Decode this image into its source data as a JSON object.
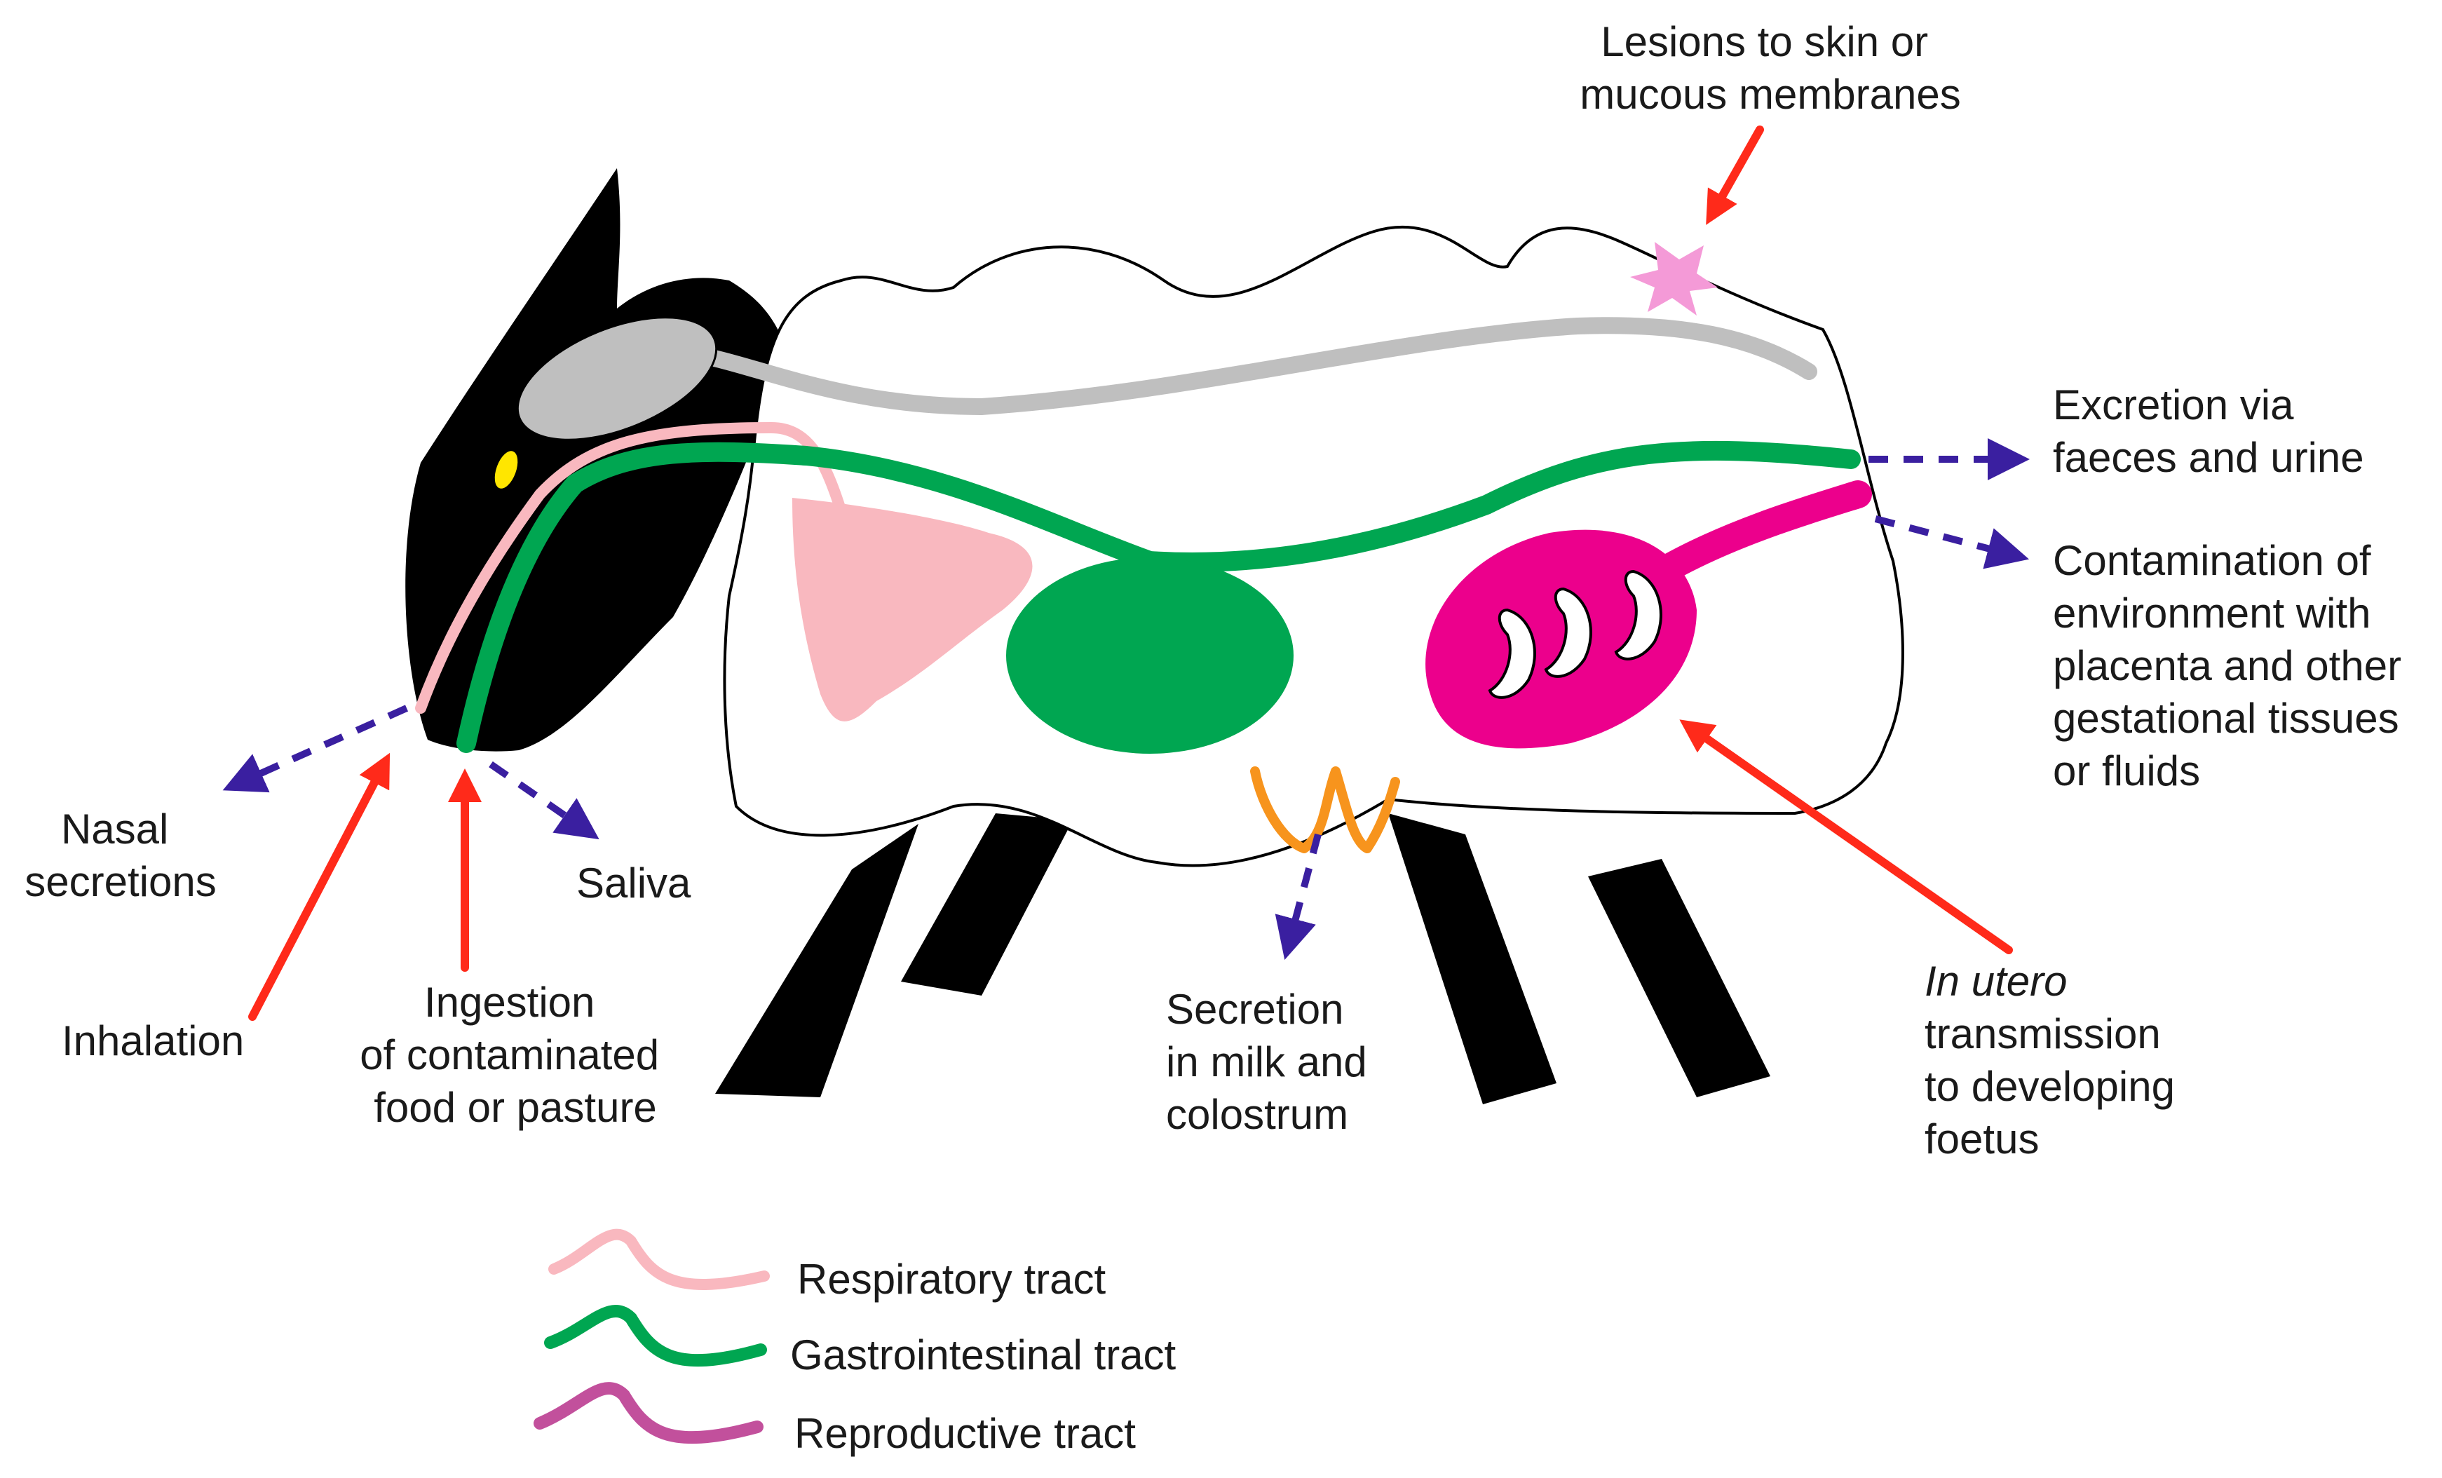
{
  "labels": {
    "lesions": [
      "Lesions to skin or",
      "mucous membranes"
    ],
    "excretion": [
      "Excretion via",
      "faeces and urine"
    ],
    "contamination": [
      "Contamination of",
      "environment with",
      "placenta and other",
      "gestational tissues",
      "or fluids"
    ],
    "nasal": [
      "Nasal",
      "secretions"
    ],
    "saliva": "Saliva",
    "inhalation": "Inhalation",
    "ingestion": [
      "Ingestion",
      "of contaminated",
      "food or pasture"
    ],
    "milk": [
      "Secretion",
      "in milk and",
      "colostrum"
    ],
    "in_utero_italic": "In utero",
    "in_utero_rest": [
      "transmission",
      "to developing",
      "foetus"
    ]
  },
  "legend": [
    {
      "label": "Respiratory tract",
      "color": "#f9b8bf"
    },
    {
      "label": "Gastrointestinal tract",
      "color": "#00a651"
    },
    {
      "label": "Reproductive tract",
      "color": "#c2509c"
    }
  ],
  "colors": {
    "entry_arrow": "#ff2a1a",
    "exit_arrow": "#3a1fa0",
    "respiratory": "#f9b8bf",
    "gastrointestinal": "#00a651",
    "reproductive": "#ec008c",
    "udder": "#f7941d",
    "nervous": "#bfbfbf",
    "lesion": "#f49ad7"
  }
}
